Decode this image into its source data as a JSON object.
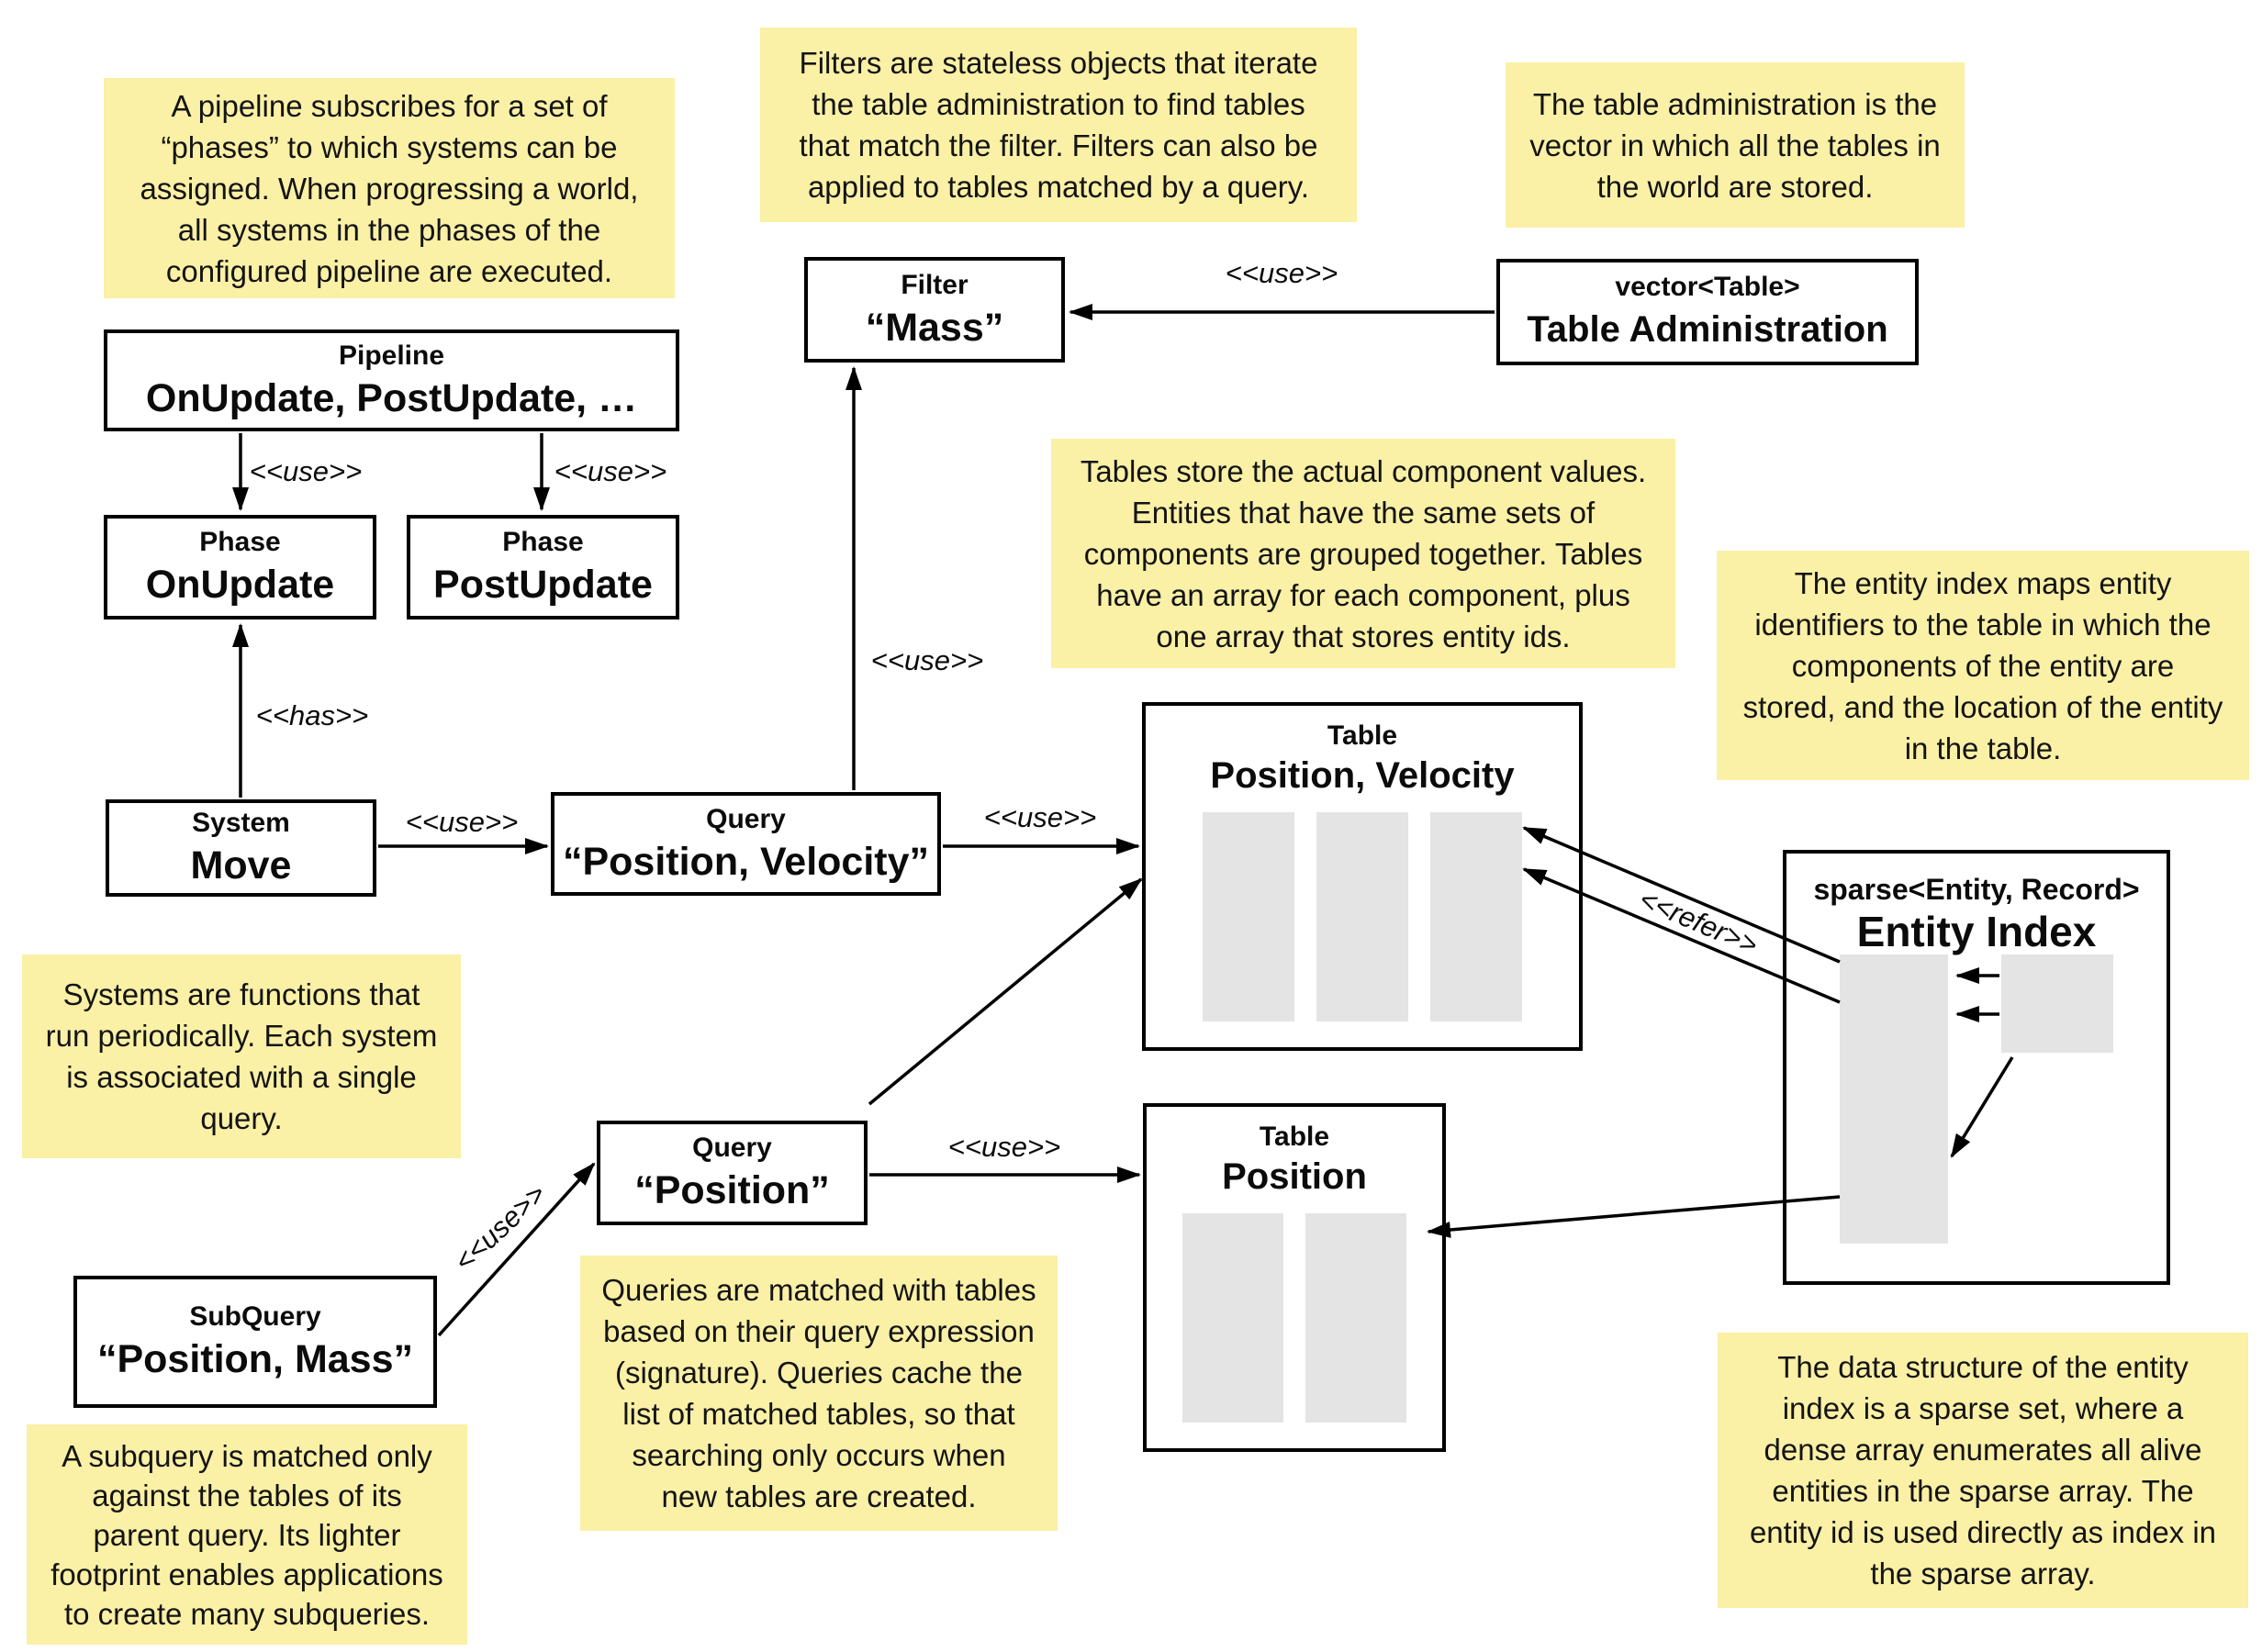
{
  "notes": {
    "pipeline": "A pipeline subscribes for a set of\n“phases” to which systems can be\nassigned. When progressing a world,\nall systems in the phases of the\nconfigured pipeline are executed.",
    "filters": "Filters are stateless objects that iterate\nthe table administration to find tables\nthat match the filter. Filters can also be\napplied to tables matched by a query.",
    "table_admin": "The table administration is the\nvector in which all the tables in\nthe world are stored.",
    "tables": "Tables store the actual component values.\nEntities that have the same sets of\ncomponents are grouped together. Tables\nhave an array for each component, plus\none array that stores entity ids.",
    "entity_index": "The entity index maps entity\nidentifiers to the table in which the\ncomponents of the entity are\nstored, and the location of the entity\nin the table.",
    "systems": "Systems are functions that\nrun periodically. Each system\nis associated with a single\nquery.",
    "queries": "Queries are matched with tables\nbased on their query expression\n(signature). Queries cache the\nlist of matched tables, so that\nsearching only occurs when\nnew tables are created.",
    "subquery": "A subquery is matched only\nagainst the tables of its\nparent query. Its lighter\nfootprint enables applications\nto create many subqueries.",
    "sparse_set": "The data structure of the entity\nindex is a sparse set, where a\ndense array enumerates all alive\nentities in the sparse array. The\nentity id is used directly as index in\nthe sparse array."
  },
  "boxes": {
    "pipeline": {
      "type": "Pipeline",
      "name": "OnUpdate, PostUpdate, …"
    },
    "phase_onupdate": {
      "type": "Phase",
      "name": "OnUpdate"
    },
    "phase_postupdate": {
      "type": "Phase",
      "name": "PostUpdate"
    },
    "filter_mass": {
      "type": "Filter",
      "name": "“Mass”"
    },
    "table_admin": {
      "type": "vector<Table>",
      "name": "Table Administration"
    },
    "system_move": {
      "type": "System",
      "name": "Move"
    },
    "query_pos_vel": {
      "type": "Query",
      "name": "“Position, Velocity”"
    },
    "table_pos_vel": {
      "type": "Table",
      "name": "Position, Velocity"
    },
    "query_pos": {
      "type": "Query",
      "name": "“Position”"
    },
    "table_pos": {
      "type": "Table",
      "name": "Position"
    },
    "subquery": {
      "type": "SubQuery",
      "name": "“Position, Mass”"
    },
    "entity_index": {
      "type": "sparse<Entity, Record>",
      "name": "Entity Index"
    }
  },
  "labels": {
    "use": "<<use>>",
    "has": "<<has>>",
    "refer": "<<refer>>"
  }
}
